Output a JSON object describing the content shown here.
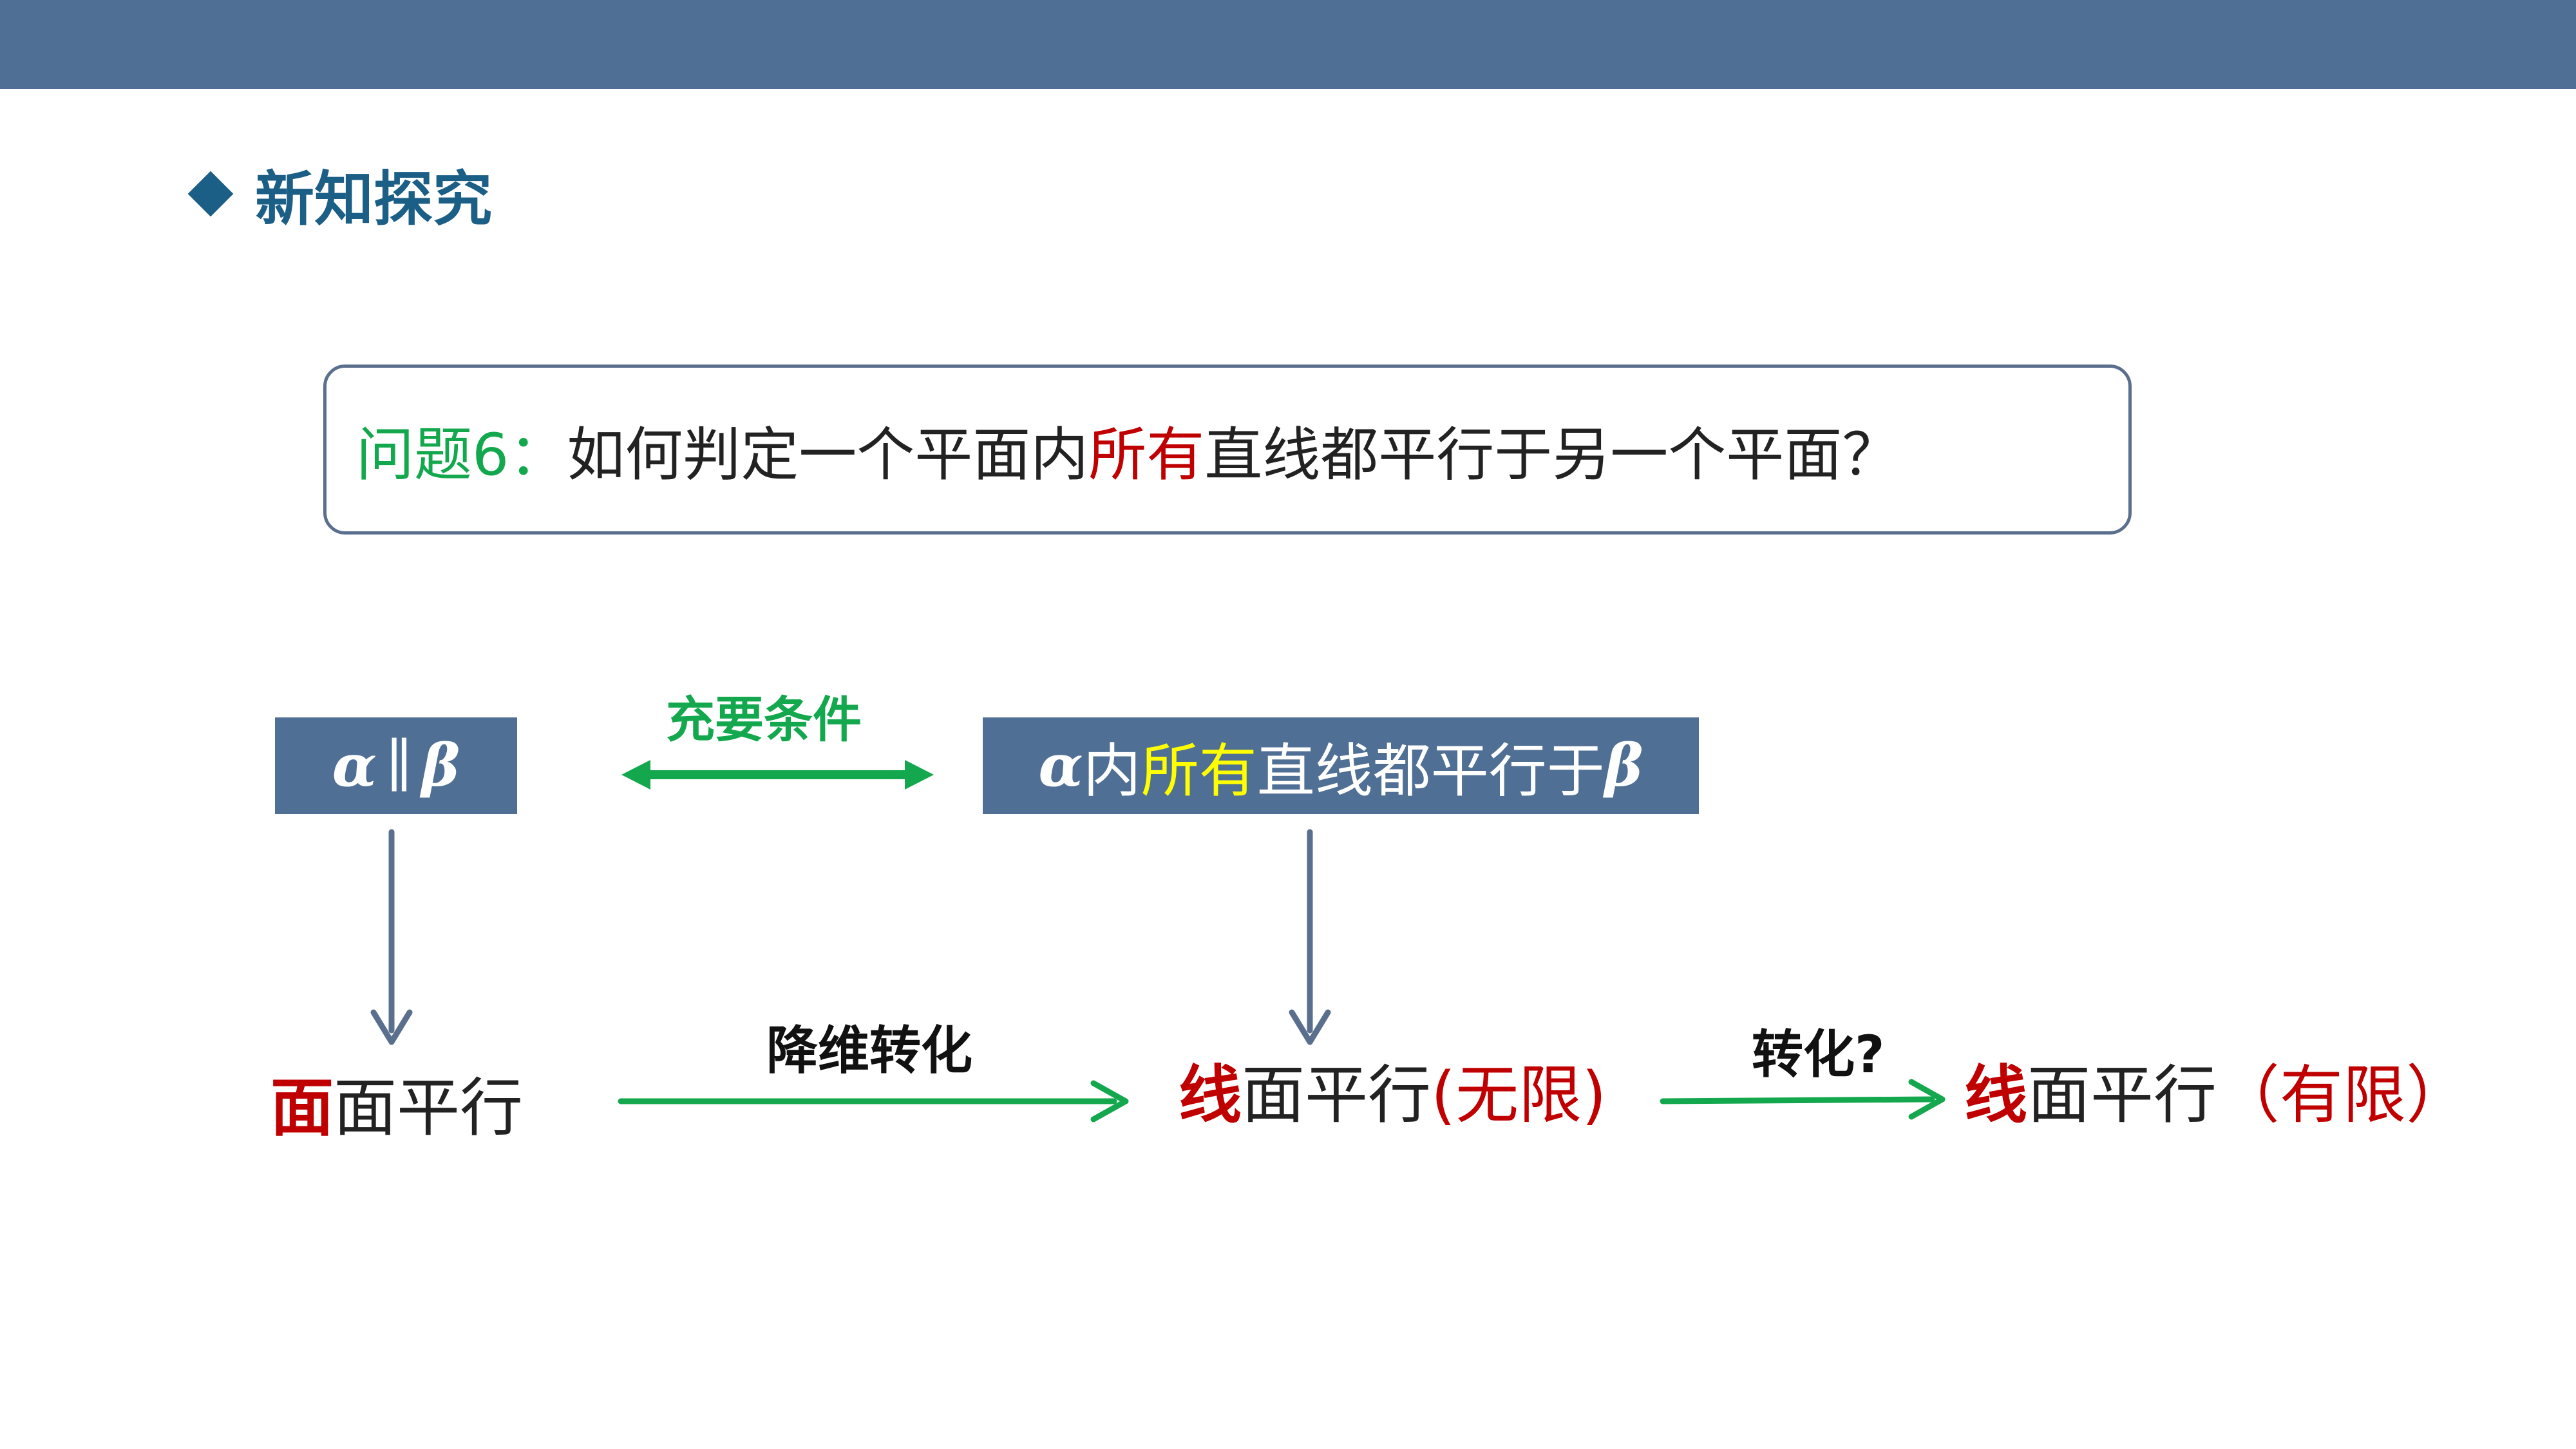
{
  "heading": {
    "text": "新知探究"
  },
  "question": {
    "label": "问题6：",
    "text_part1": "如何判定一个平面内",
    "highlight": "所有",
    "text_part2": "直线都平行于另一个平面？"
  },
  "diagram": {
    "plane_parallel_box": {
      "alpha": "α",
      "parallel_sign": "∥",
      "beta": "β"
    },
    "equivalence_label": "充要条件",
    "all_lines_box": {
      "alpha": "α",
      "part1": "内",
      "highlight": "所有",
      "part2": "直线都平行于",
      "beta": "β"
    },
    "face_face": {
      "emph": "面",
      "rest": "面平行"
    },
    "reduce_dimension_label": "降维转化",
    "line_face_infinite": {
      "emph": "线",
      "rest": "面平行",
      "qualifier": "(无限)"
    },
    "transform_question_label": "转化?",
    "line_face_finite": {
      "emph": "线",
      "rest": "面平行",
      "qualifier": "（有限）"
    }
  },
  "colors": {
    "top_bar": "#506f94",
    "heading": "#1b5e86",
    "green": "#14a84e",
    "red": "#c00000",
    "yellow": "#ffff00",
    "down_arrow": "#5a6f8e"
  }
}
